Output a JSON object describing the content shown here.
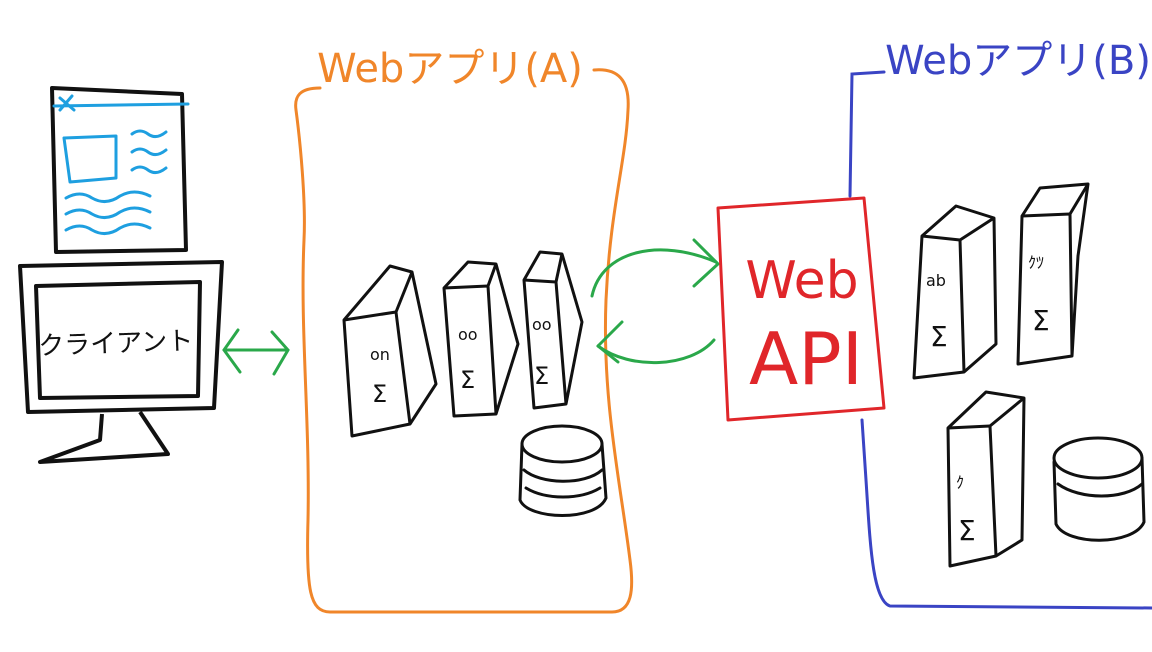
{
  "labels": {
    "app_a": "Webアプリ(A)",
    "app_b": "Webアプリ(B)",
    "client": "クライアント",
    "web_api_line1": "Web",
    "web_api_line2": "API"
  },
  "colors": {
    "app_a": "#f0862a",
    "app_b": "#3a44c4",
    "web_api": "#e0262a",
    "arrows": "#2aa84a",
    "document": "#1e9fe0",
    "ink": "#111111"
  }
}
